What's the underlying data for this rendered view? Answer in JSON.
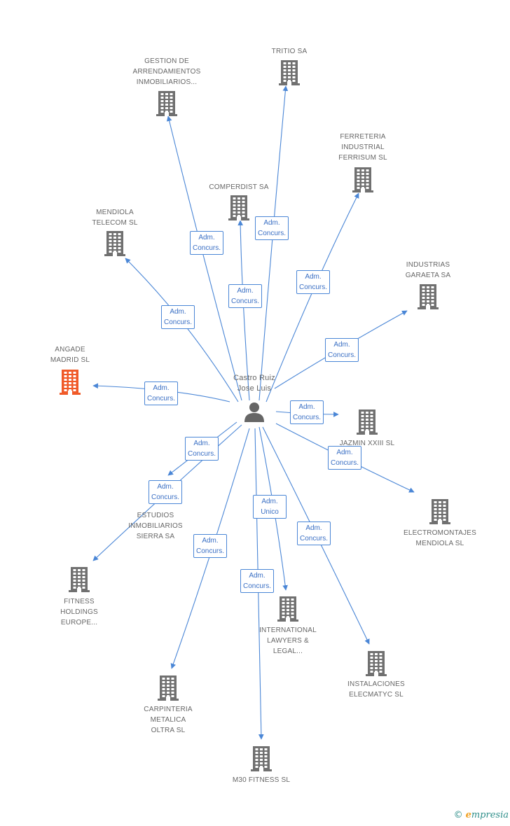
{
  "center": {
    "label": "Castro Ruiz\nJose Luis",
    "icon": "person-icon"
  },
  "nodes": [
    {
      "id": "gestion",
      "label": "GESTION DE\nARRENDAMIENTOS\nINMOBILIARIOS...",
      "icon": "building-icon",
      "highlight": false
    },
    {
      "id": "tritio",
      "label": "TRITIO SA",
      "icon": "building-icon",
      "highlight": false
    },
    {
      "id": "ferreteria",
      "label": "FERRETERIA\nINDUSTRIAL\nFERRISUM SL",
      "icon": "building-icon",
      "highlight": false
    },
    {
      "id": "comperdist",
      "label": "COMPERDIST SA",
      "icon": "building-icon",
      "highlight": false
    },
    {
      "id": "mendiola",
      "label": "MENDIOLA\nTELECOM SL",
      "icon": "building-icon",
      "highlight": false
    },
    {
      "id": "garaeta",
      "label": "INDUSTRIAS\nGARAETA SA",
      "icon": "building-icon",
      "highlight": false
    },
    {
      "id": "angade",
      "label": "ANGADE\nMADRID SL",
      "icon": "building-icon",
      "highlight": true
    },
    {
      "id": "jazmin",
      "label": "JAZMIN XXIII SL",
      "icon": "building-icon",
      "highlight": false
    },
    {
      "id": "electro",
      "label": "ELECTROMONTAJES\nMENDIOLA SL",
      "icon": "building-icon",
      "highlight": false
    },
    {
      "id": "estudios",
      "label": "ESTUDIOS\nINMOBILIARIOS\nSIERRA SA",
      "icon": "building-icon",
      "highlight": false
    },
    {
      "id": "fitness",
      "label": "FITNESS\nHOLDINGS\nEUROPE...",
      "icon": "building-icon",
      "highlight": false
    },
    {
      "id": "international",
      "label": "INTERNATIONAL\nLAWYERS &\nLEGAL...",
      "icon": "building-icon",
      "highlight": false
    },
    {
      "id": "instalaciones",
      "label": "INSTALACIONES\nELECMATYC SL",
      "icon": "building-icon",
      "highlight": false
    },
    {
      "id": "carpinteria",
      "label": "CARPINTERIA\nMETALICA\nOLTRA SL",
      "icon": "building-icon",
      "highlight": false
    },
    {
      "id": "m30",
      "label": "M30 FITNESS SL",
      "icon": "building-icon",
      "highlight": false
    }
  ],
  "edges": [
    {
      "to": "gestion",
      "label": "Adm.\nConcurs."
    },
    {
      "to": "tritio",
      "label": "Adm.\nConcurs."
    },
    {
      "to": "ferreteria",
      "label": "Adm.\nConcurs."
    },
    {
      "to": "comperdist",
      "label": "Adm.\nConcurs."
    },
    {
      "to": "mendiola",
      "label": "Adm.\nConcurs."
    },
    {
      "to": "garaeta",
      "label": "Adm.\nConcurs."
    },
    {
      "to": "angade",
      "label": "Adm.\nConcurs."
    },
    {
      "to": "jazmin",
      "label": "Adm.\nConcurs."
    },
    {
      "to": "electro",
      "label": "Adm.\nConcurs."
    },
    {
      "to": "estudios",
      "label": "Adm.\nConcurs."
    },
    {
      "to": "fitness",
      "label": "Adm.\nConcurs."
    },
    {
      "to": "international",
      "label": "Adm.\nUnico"
    },
    {
      "to": "instalaciones",
      "label": "Adm.\nConcurs."
    },
    {
      "to": "carpinteria",
      "label": "Adm.\nConcurs."
    },
    {
      "to": "m30",
      "label": "Adm.\nConcurs."
    }
  ],
  "colors": {
    "edge": "#4a86d6",
    "building": "#707070",
    "highlight": "#f05a28",
    "person": "#666666"
  },
  "footer": {
    "copyright": "©",
    "brand_first": "e",
    "brand_rest": "mpresia"
  }
}
